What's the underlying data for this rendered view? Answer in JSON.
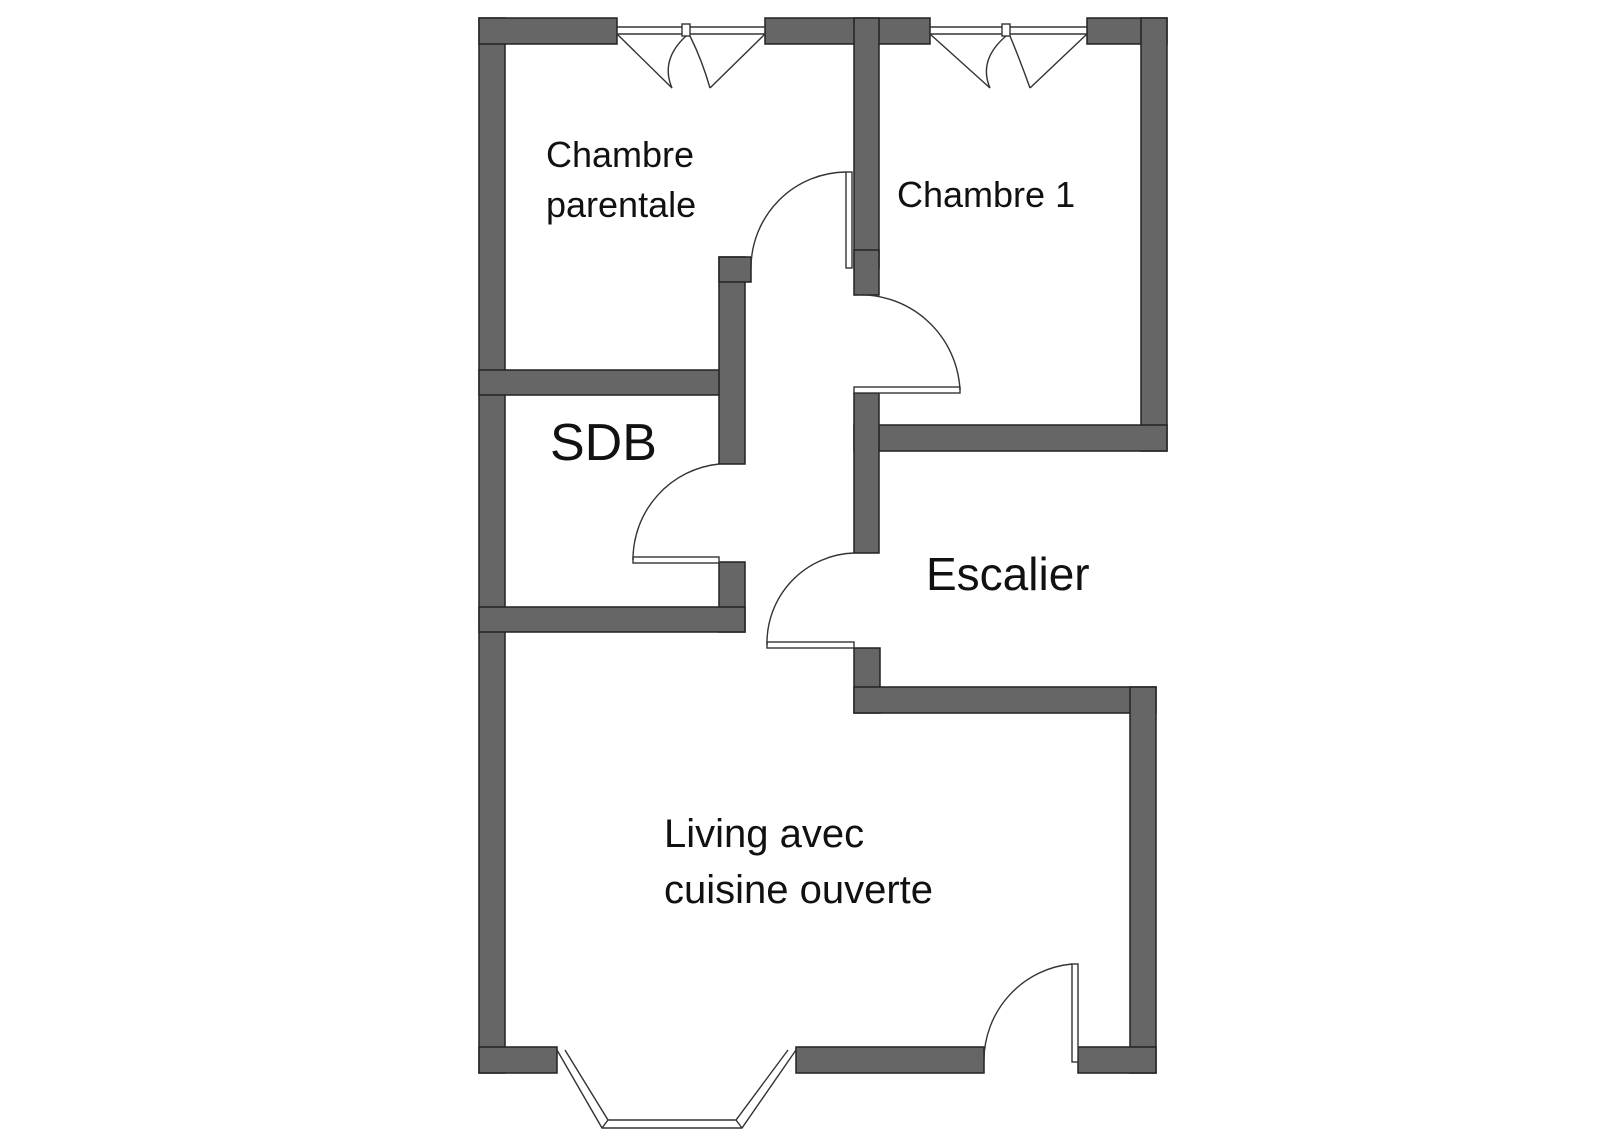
{
  "rooms": {
    "chambre_parentale": {
      "line1": "Chambre",
      "line2": "parentale"
    },
    "chambre_1": {
      "label": "Chambre 1"
    },
    "sdb": {
      "label": "SDB"
    },
    "escalier": {
      "label": "Escalier"
    },
    "living": {
      "line1": "Living avec",
      "line2": "cuisine ouverte"
    }
  },
  "colors": {
    "wall": "#666666",
    "outline": "#222222",
    "background": "#ffffff"
  }
}
